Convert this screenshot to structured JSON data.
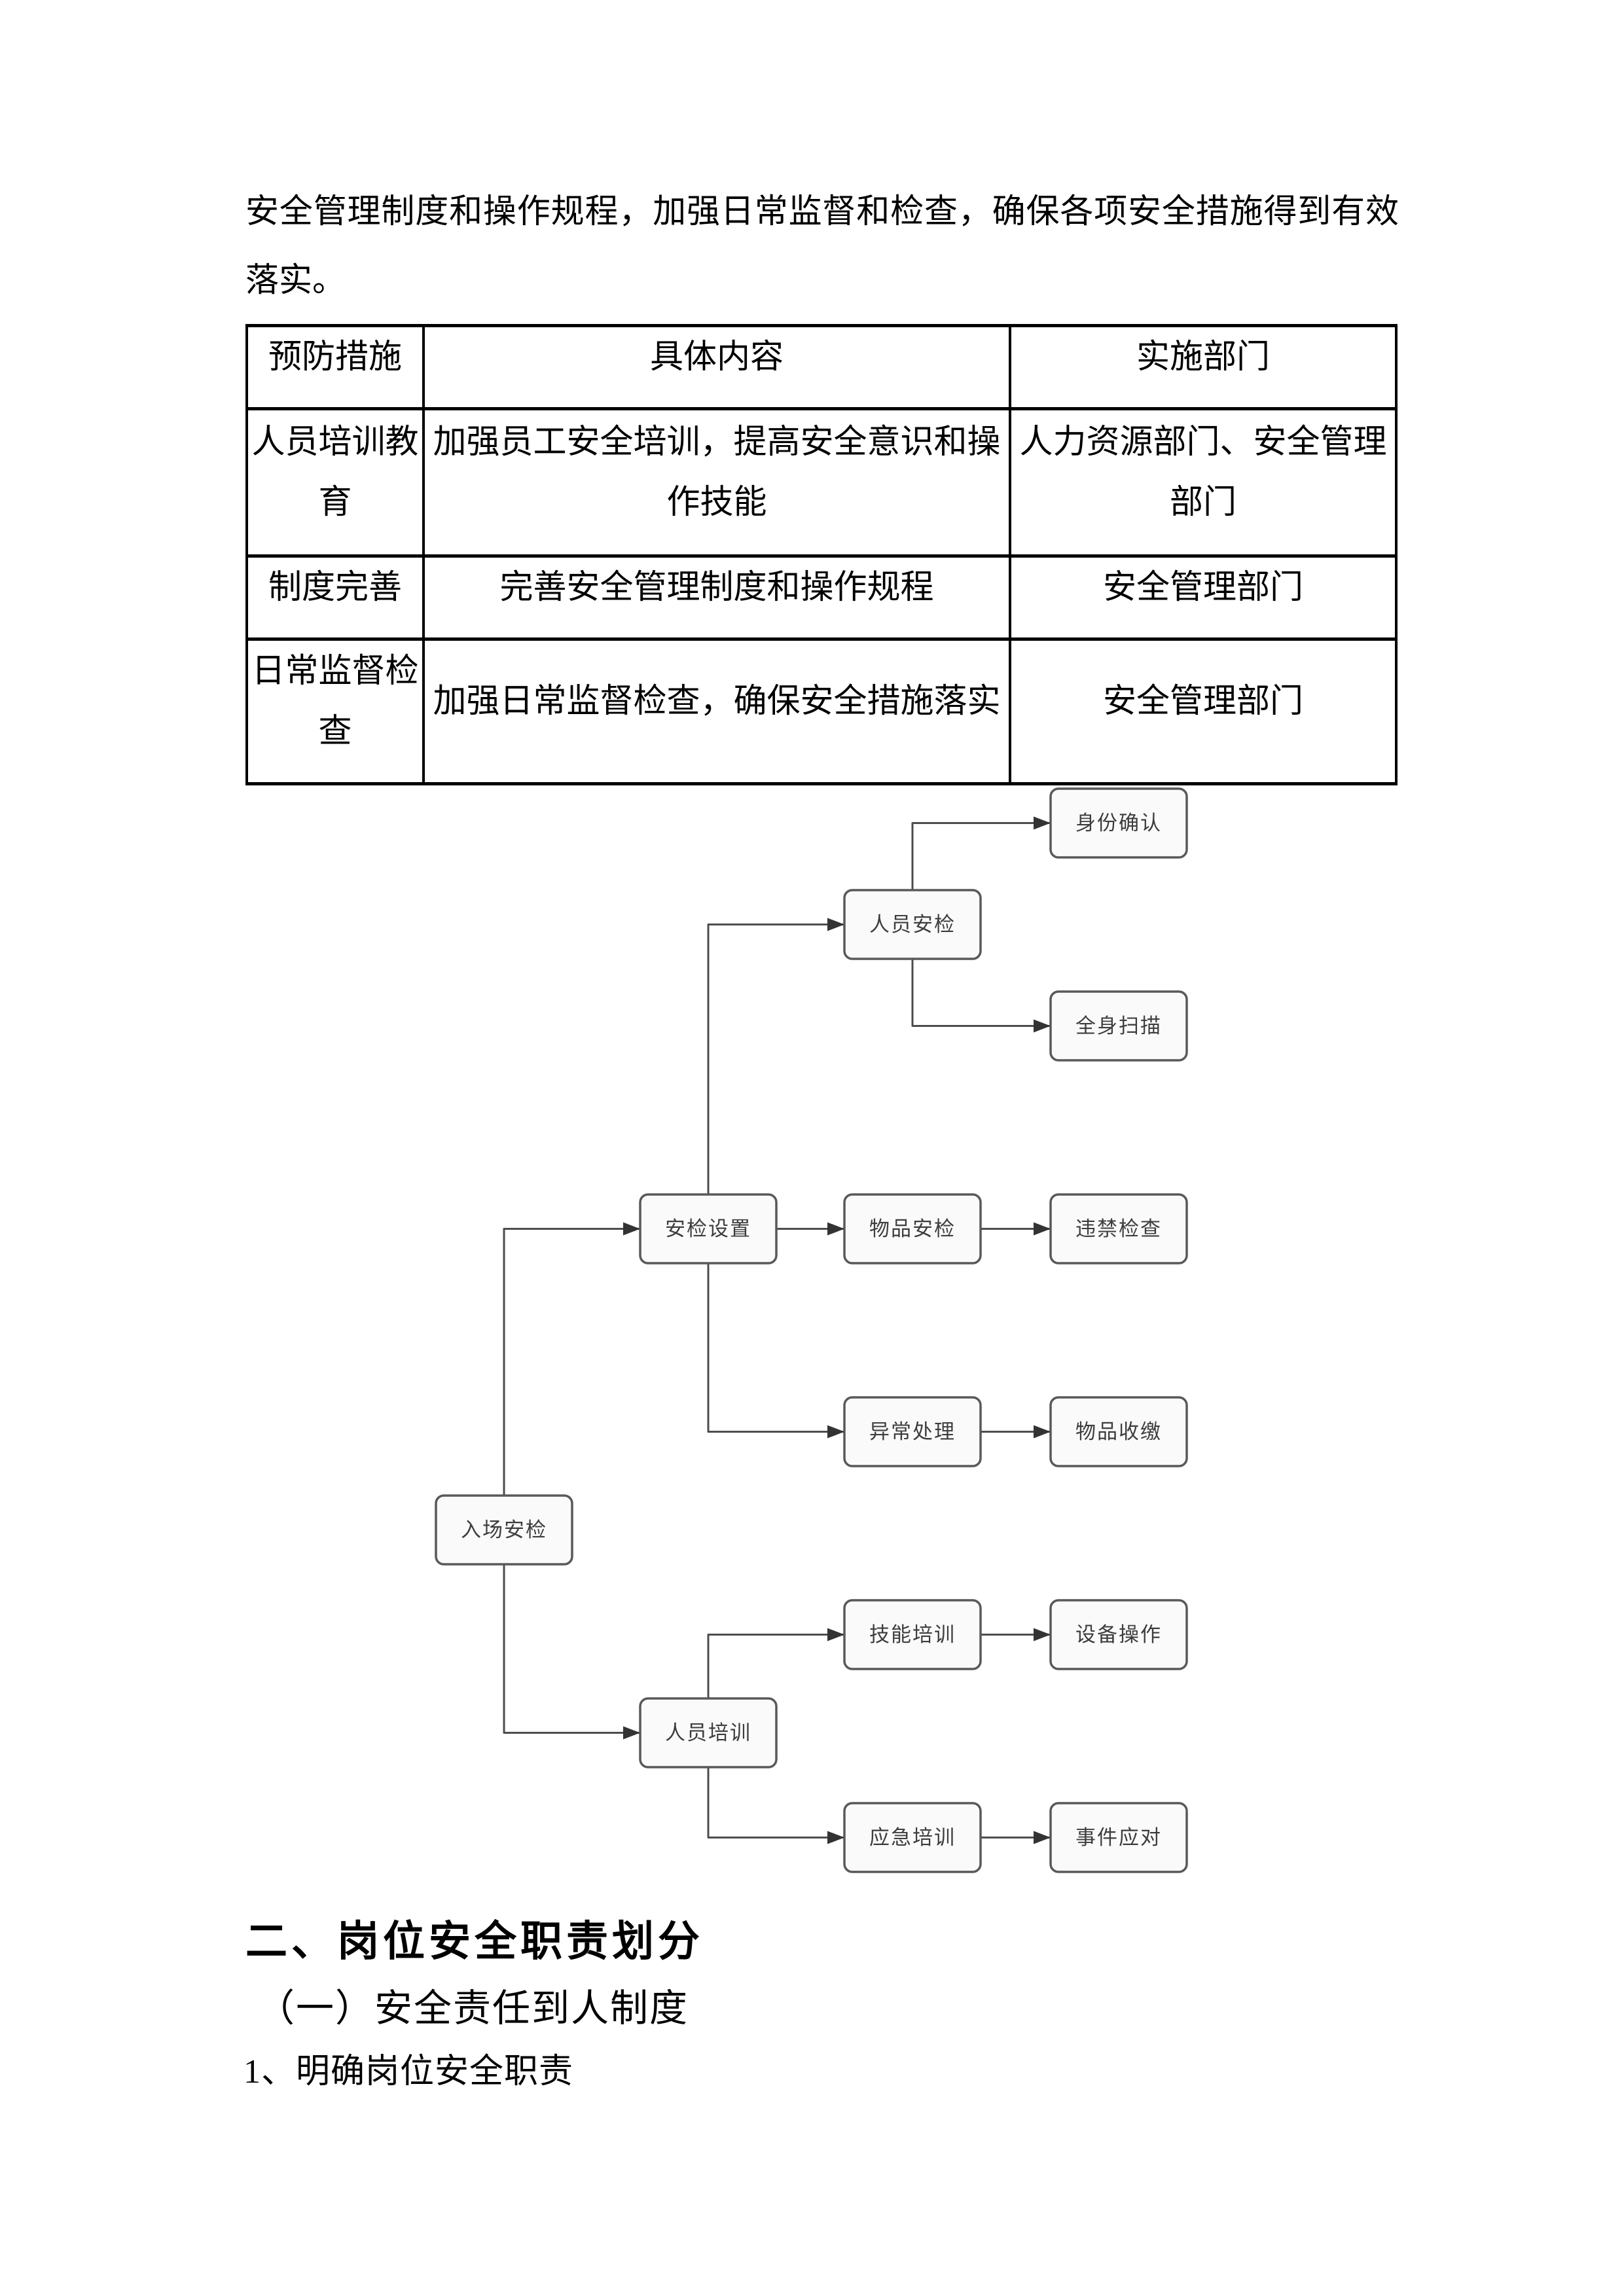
{
  "paragraph": {
    "text": "安全管理制度和操作规程，加强日常监督和检查，确保各项安全措施得到有效落实。"
  },
  "table": {
    "headers": [
      "预防措施",
      "具体内容",
      "实施部门"
    ],
    "rows": [
      {
        "cells": [
          "人员培训教育",
          "加强员工安全培训，提高安全意识和操作技能",
          "人力资源部门、安全管理部门"
        ]
      },
      {
        "cells": [
          "制度完善",
          "完善安全管理制度和操作规程",
          "安全管理部门"
        ]
      },
      {
        "cells": [
          "日常监督检查",
          "加强日常监督检查，确保安全措施落实",
          "安全管理部门"
        ]
      }
    ]
  },
  "flowchart": {
    "nodes": {
      "entry": {
        "label": "入场安检"
      },
      "checkpoint_setup": {
        "label": "安检设置"
      },
      "personnel_check": {
        "label": "人员安检"
      },
      "identity_confirm": {
        "label": "身份确认"
      },
      "body_scan": {
        "label": "全身扫描"
      },
      "item_check": {
        "label": "物品安检"
      },
      "contraband_check": {
        "label": "违禁检查"
      },
      "exception_handle": {
        "label": "异常处理"
      },
      "item_confiscate": {
        "label": "物品收缴"
      },
      "personnel_training": {
        "label": "人员培训"
      },
      "skill_training": {
        "label": "技能培训"
      },
      "equipment_operation": {
        "label": "设备操作"
      },
      "emergency_training": {
        "label": "应急培训"
      },
      "incident_response": {
        "label": "事件应对"
      }
    },
    "edges": [
      {
        "from": "entry",
        "to": "checkpoint_setup"
      },
      {
        "from": "entry",
        "to": "personnel_training"
      },
      {
        "from": "checkpoint_setup",
        "to": "personnel_check"
      },
      {
        "from": "checkpoint_setup",
        "to": "item_check"
      },
      {
        "from": "checkpoint_setup",
        "to": "exception_handle"
      },
      {
        "from": "personnel_check",
        "to": "identity_confirm"
      },
      {
        "from": "personnel_check",
        "to": "body_scan"
      },
      {
        "from": "item_check",
        "to": "contraband_check"
      },
      {
        "from": "exception_handle",
        "to": "item_confiscate"
      },
      {
        "from": "personnel_training",
        "to": "skill_training"
      },
      {
        "from": "personnel_training",
        "to": "emergency_training"
      },
      {
        "from": "skill_training",
        "to": "equipment_operation"
      },
      {
        "from": "emergency_training",
        "to": "incident_response"
      }
    ],
    "colors": {
      "box_fill": "#fafafa",
      "box_border": "#595959",
      "edge": "#4d4d4d",
      "label": "#3d3d3d"
    }
  },
  "headings": {
    "h1": "二、岗位安全职责划分",
    "h2": "（一）安全责任到人制度",
    "h3": "1、明确岗位安全职责"
  }
}
